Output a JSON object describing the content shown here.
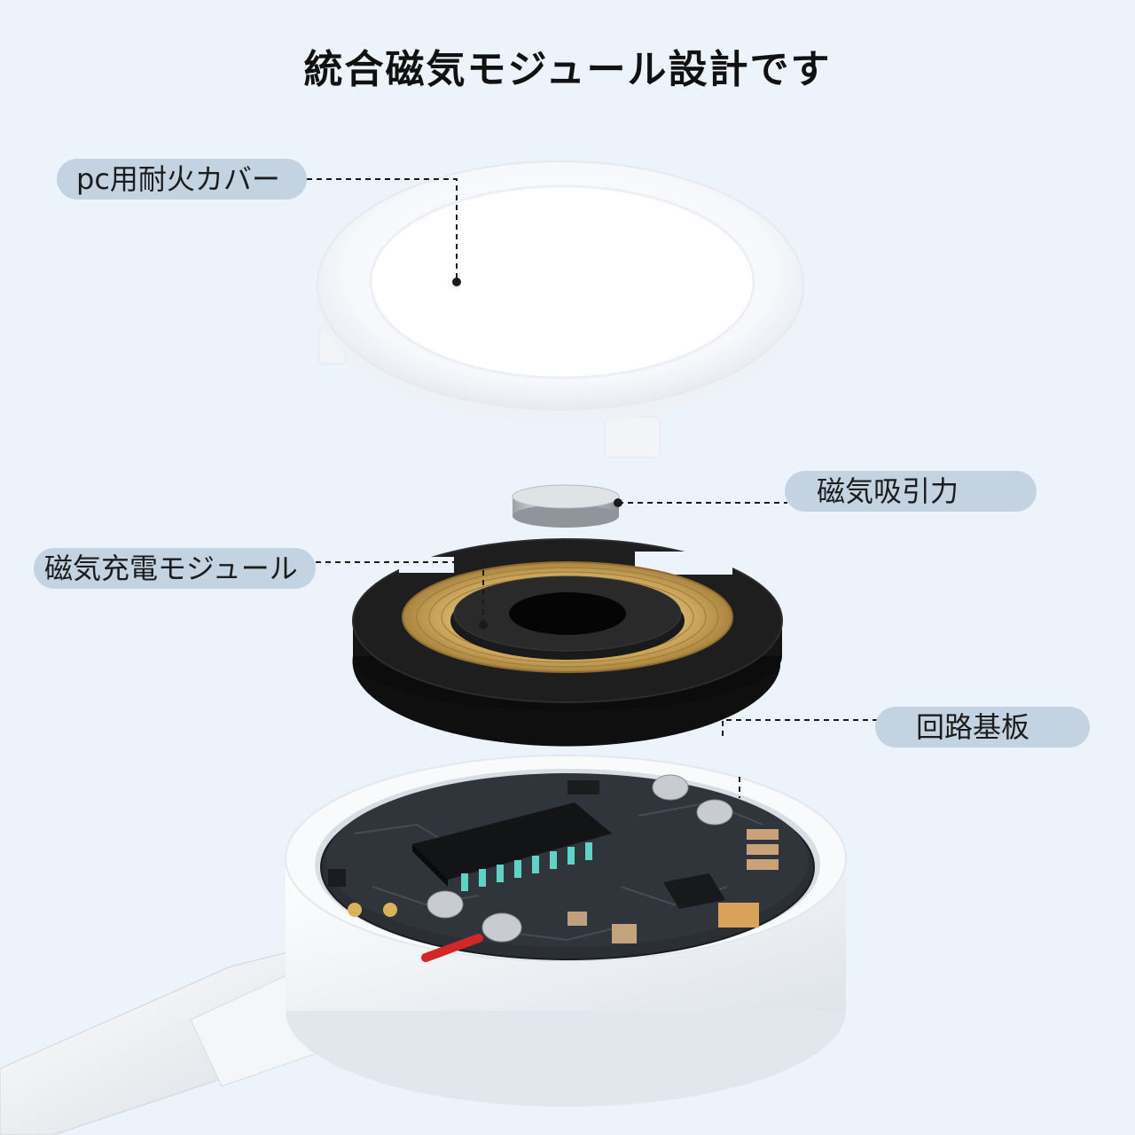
{
  "title": "統合磁気モジュール設計です",
  "labels": {
    "cover": "pc用耐火カバー",
    "magnet": "磁気吸引力",
    "charging_module": "磁気充電モジュール",
    "circuit_board": "回路基板"
  },
  "colors": {
    "background": "#edf3fb",
    "label_pill": "#c3d3e1",
    "leader_line": "#1a1a1a",
    "coil_gold": "#c9a45a",
    "module_black": "#161616",
    "pcb": "#2a2e33",
    "cover_white": "#ffffff"
  }
}
